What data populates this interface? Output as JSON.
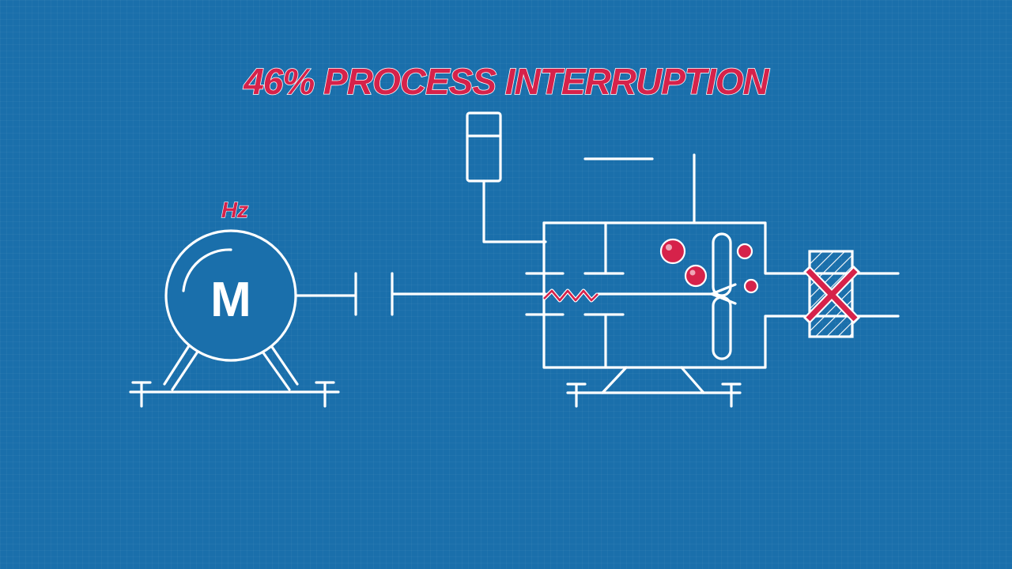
{
  "headline": "46% PROCESS INTERRUPTION",
  "motor": {
    "letter": "M",
    "frequency_label": "Hz"
  },
  "colors": {
    "background": "#1a6fab",
    "accent": "#d6224a",
    "line": "#ffffff"
  },
  "icons": [
    "motor-icon",
    "coupling-icon",
    "gearbox-icon",
    "bearing-failure-icon",
    "blocked-icon"
  ]
}
